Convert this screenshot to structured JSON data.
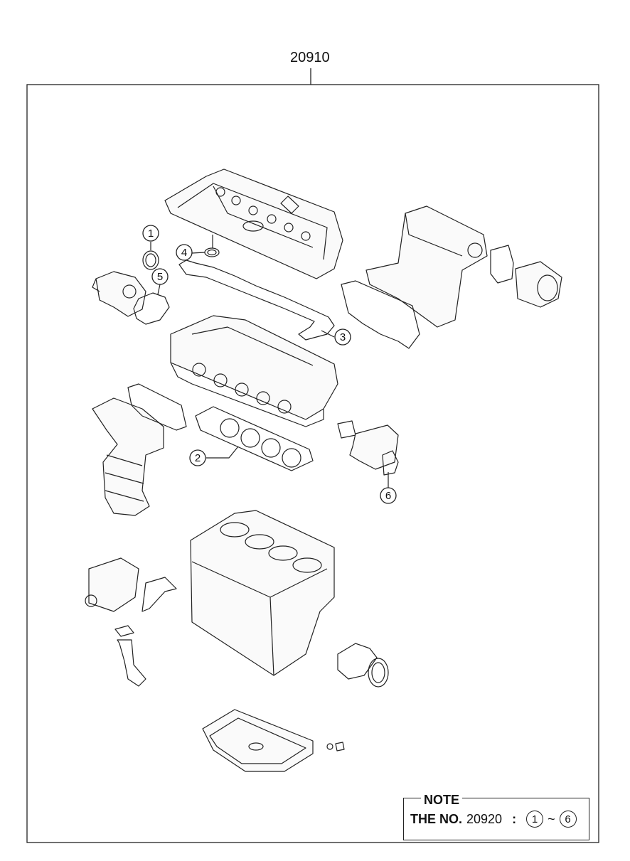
{
  "assembly": {
    "part_number": "20910"
  },
  "callouts": [
    {
      "number": "1"
    },
    {
      "number": "2"
    },
    {
      "number": "3"
    },
    {
      "number": "4"
    },
    {
      "number": "5"
    },
    {
      "number": "6"
    }
  ],
  "note": {
    "title": "NOTE",
    "prefix": "THE NO.",
    "sub_part_number": "20920",
    "separator": ":",
    "range_start": "1",
    "range_tilde": "~",
    "range_end": "6"
  }
}
